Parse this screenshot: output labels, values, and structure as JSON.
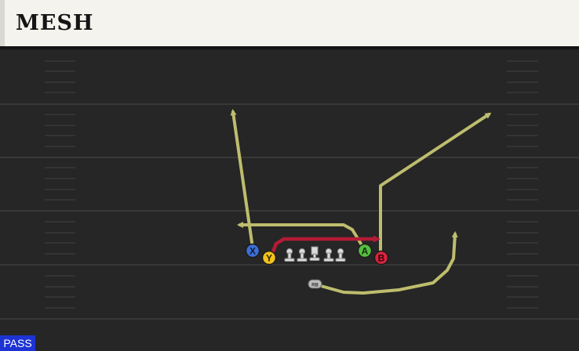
{
  "play": {
    "title": "MESH",
    "mode": "PASS"
  },
  "players": {
    "x": "X",
    "y": "Y",
    "a": "A",
    "b": "B",
    "rb": "RB"
  },
  "colors": {
    "background": "#262626",
    "header_background": "#f4f3ee",
    "route": "#bdbd6e",
    "highlight_route": "#b31b36",
    "x_button": "#3d6fd6",
    "y_button": "#f2c21b",
    "a_button": "#55bf3f",
    "b_button": "#d9243f",
    "mode_badge": "#1d33d4"
  }
}
